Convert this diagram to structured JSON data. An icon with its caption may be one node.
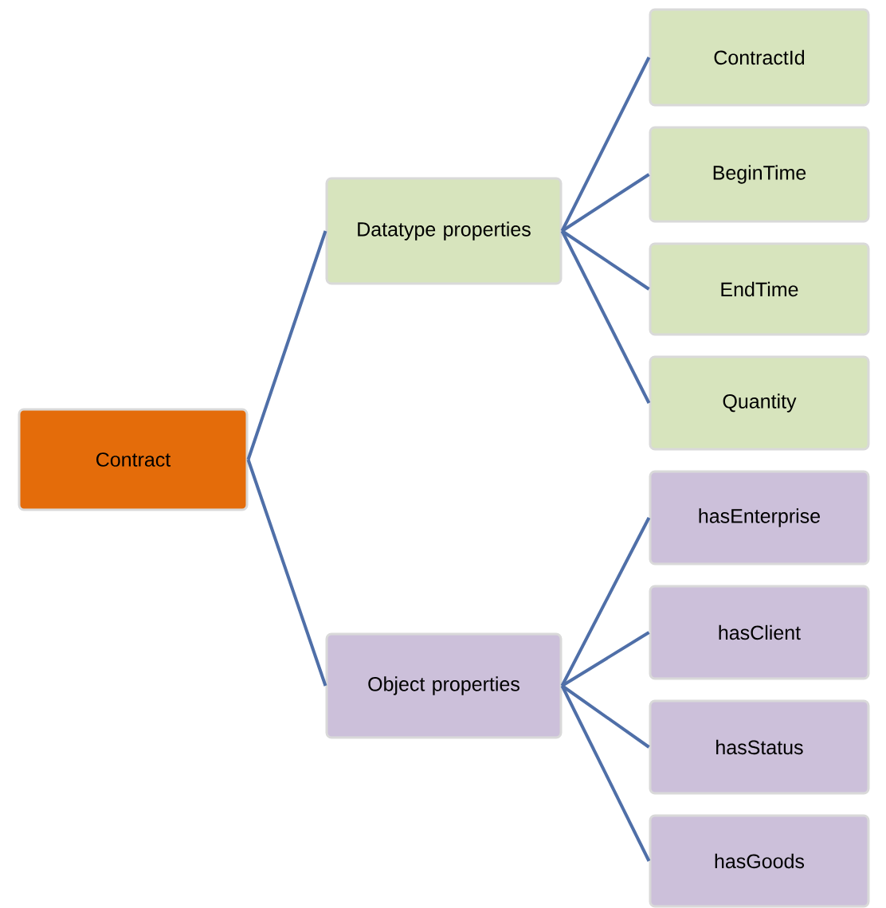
{
  "diagram": {
    "nodes": [
      {
        "text": [
          "Contract"
        ]
      },
      {
        "text": [
          "Datatype properties"
        ]
      },
      {
        "text": [
          "Object properties"
        ]
      },
      {
        "text": [
          "ContractId"
        ]
      },
      {
        "text": [
          "BeginTime"
        ]
      },
      {
        "text": [
          "EndTime"
        ]
      },
      {
        "text": [
          "Quantity"
        ]
      },
      {
        "text": [
          "hasEnterprise"
        ]
      },
      {
        "text": [
          "hasClient"
        ]
      },
      {
        "text": [
          "hasStatus"
        ]
      },
      {
        "text": [
          "hasGoods"
        ]
      }
    ],
    "edges": [
      {
        "from": 0,
        "to": 1,
        "arrow": "none"
      },
      {
        "from": 0,
        "to": 2,
        "arrow": "none"
      },
      {
        "from": 1,
        "to": 3,
        "arrow": "none"
      },
      {
        "from": 1,
        "to": 4,
        "arrow": "none"
      },
      {
        "from": 1,
        "to": 5,
        "arrow": "none"
      },
      {
        "from": 1,
        "to": 6,
        "arrow": "none"
      },
      {
        "from": 2,
        "to": 7,
        "arrow": "none"
      },
      {
        "from": 2,
        "to": 8,
        "arrow": "none"
      },
      {
        "from": 2,
        "to": 9,
        "arrow": "none"
      },
      {
        "from": 2,
        "to": 10,
        "arrow": "none"
      }
    ]
  }
}
